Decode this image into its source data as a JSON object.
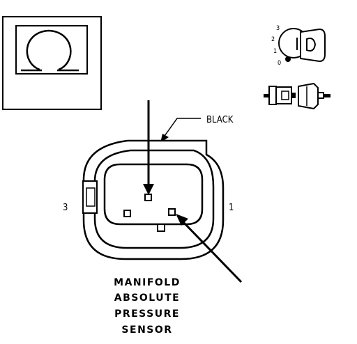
{
  "diagram": {
    "wire_color_label": "BLACK",
    "pin_left_label": "3",
    "pin_right_label": "1",
    "title_lines": [
      "MANIFOLD",
      "ABSOLUTE",
      "PRESSURE",
      "SENSOR"
    ],
    "key_positions": [
      "3",
      "2",
      "1",
      "0"
    ],
    "icons": {
      "meter": "ohmmeter-icon",
      "ignition": "ignition-key-icon",
      "connector": "disconnected-connector-icon"
    }
  }
}
